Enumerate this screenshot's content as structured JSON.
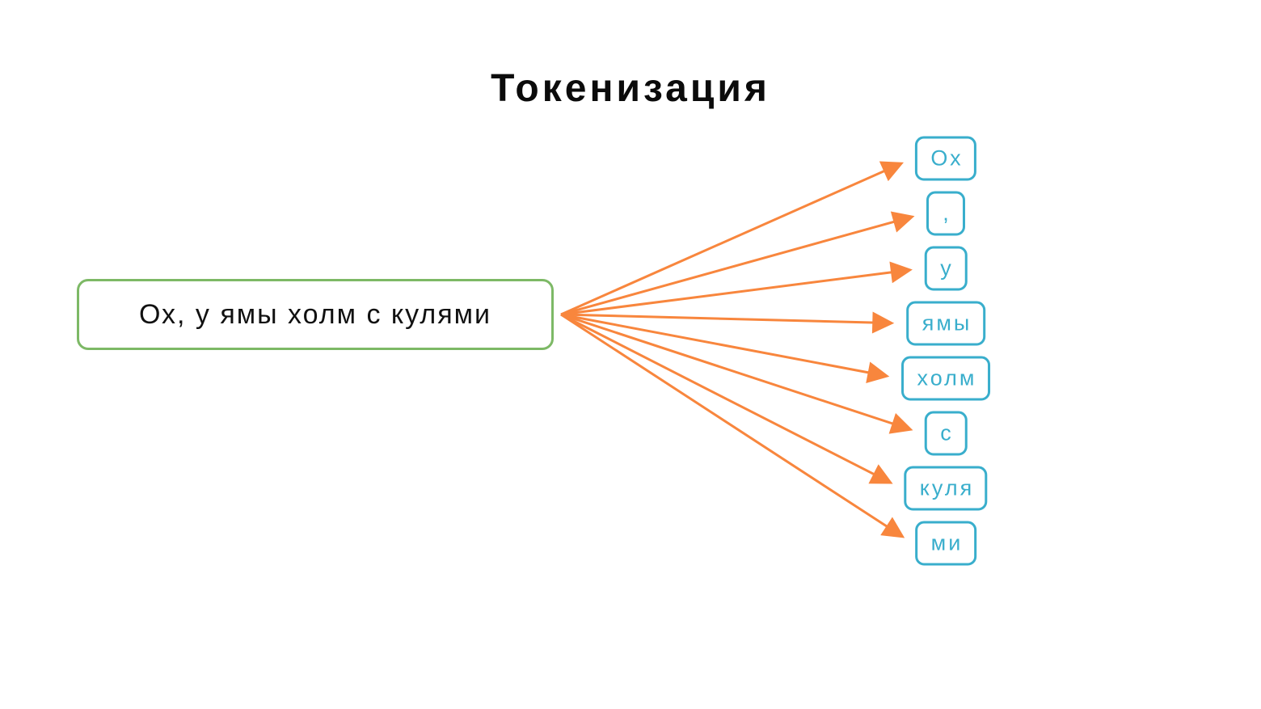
{
  "title": "Токенизация",
  "source_sentence": {
    "text": "Ох, у ямы холм с кулями"
  },
  "tokens": [
    {
      "label": "Ох"
    },
    {
      "label": ","
    },
    {
      "label": "у"
    },
    {
      "label": "ямы"
    },
    {
      "label": "холм"
    },
    {
      "label": "с"
    },
    {
      "label": "куля"
    },
    {
      "label": "ми"
    }
  ],
  "diagram": {
    "type": "fan",
    "description": "one source sentence split into tokens, one orange arrow per token",
    "edges": [
      {
        "from": "source_sentence",
        "to": "Ох"
      },
      {
        "from": "source_sentence",
        "to": ","
      },
      {
        "from": "source_sentence",
        "to": "у"
      },
      {
        "from": "source_sentence",
        "to": "ямы"
      },
      {
        "from": "source_sentence",
        "to": "холм"
      },
      {
        "from": "source_sentence",
        "to": "с"
      },
      {
        "from": "source_sentence",
        "to": "куля"
      },
      {
        "from": "source_sentence",
        "to": "ми"
      }
    ]
  },
  "colors": {
    "background": "#ffffff",
    "title_text": "#0b0b0b",
    "source_text": "#111111",
    "source_border": "#7db966",
    "token_border": "#39aecc",
    "token_text": "#39aecc",
    "arrow": "#f8863d"
  }
}
